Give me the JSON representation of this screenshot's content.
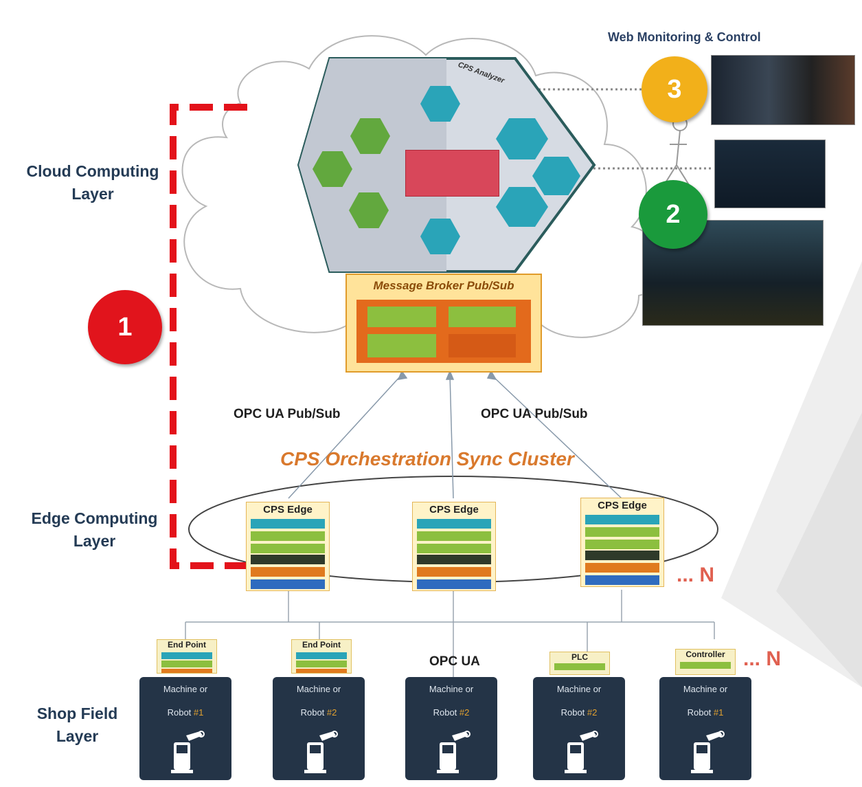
{
  "layers": {
    "cloud": "Cloud Computing\nLayer",
    "edge": "Edge Computing\nLayer",
    "shop": "Shop Field\nLayer"
  },
  "web_title": "Web Monitoring & Control",
  "badges": {
    "b1": "1",
    "b2": "2",
    "b3": "3"
  },
  "hexagon": {
    "title": "CPS Analyzer"
  },
  "broker": {
    "title": "Message Broker Pub/Sub"
  },
  "opc": {
    "left_label": "OPC UA",
    "left_suffix": "Pub/Sub",
    "right_label": "OPC UA",
    "right_suffix": "Pub/Sub",
    "bottom_label": "OPC UA"
  },
  "orchestration": "CPS Orchestration Sync Cluster",
  "edges": [
    {
      "title": "CPS Edge"
    },
    {
      "title": "CPS Edge"
    },
    {
      "title": "CPS Edge"
    }
  ],
  "n_marker": "... N",
  "endpoints": [
    {
      "title": "End Point"
    },
    {
      "title": "End Point"
    },
    {
      "title": ""
    },
    {
      "title": "PLC"
    },
    {
      "title": "Controller"
    }
  ],
  "machines": [
    {
      "line1": "Machine or",
      "line2a": "Robot",
      "line2b": "#1"
    },
    {
      "line1": "Machine or",
      "line2a": "Robot",
      "line2b": "#2"
    },
    {
      "line1": "Machine or",
      "line2a": "Robot",
      "line2b": "#2"
    },
    {
      "line1": "Machine or",
      "line2a": "Robot",
      "line2b": "#2"
    },
    {
      "line1": "Machine or",
      "line2a": "Robot",
      "line2b": "#1"
    }
  ],
  "colors": {
    "badge1": "#e1141c",
    "badge2": "#1a9a3c",
    "badge3": "#f2b01a",
    "dash": "#e3121a"
  }
}
